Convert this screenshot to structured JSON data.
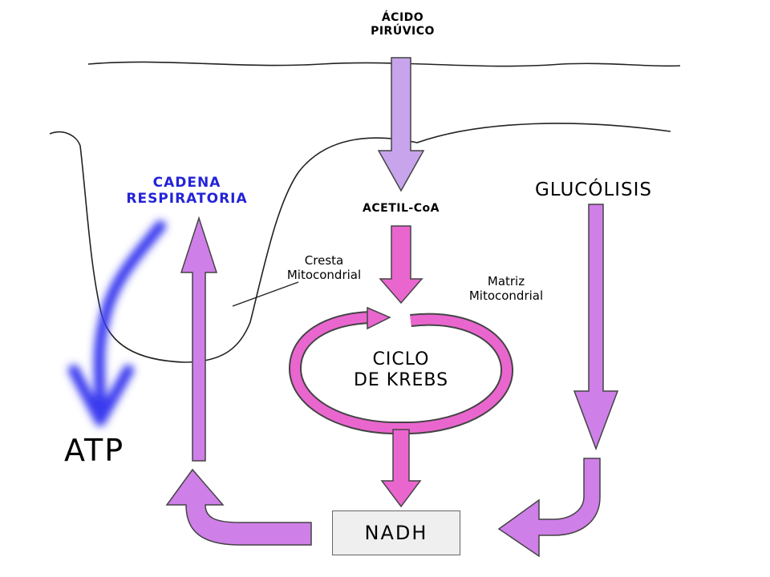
{
  "labels": {
    "pyruvic_acid": "ÁCIDO\nPIRÚVICO",
    "acetyl_coa": "ACETIL-CoA",
    "respiratory_chain": "CADENA\nRESPIRATORIA",
    "glycolysis": "GLUCÓLISIS",
    "mito_crest": "Cresta\nMitocondrial",
    "mito_matrix": "Matriz\nMitocondrial",
    "krebs_cycle": "CICLO\nDE KREBS",
    "atp": "ATP",
    "nadh": "NADH"
  },
  "colors": {
    "arrow_violet": "#cf7fe8",
    "arrow_pink": "#ea66cf",
    "arrow_light_violet": "#c7a4ec",
    "arrow_blue": "#3a3af0",
    "membrane_line": "#222222",
    "label_blue": "#2323d8"
  }
}
